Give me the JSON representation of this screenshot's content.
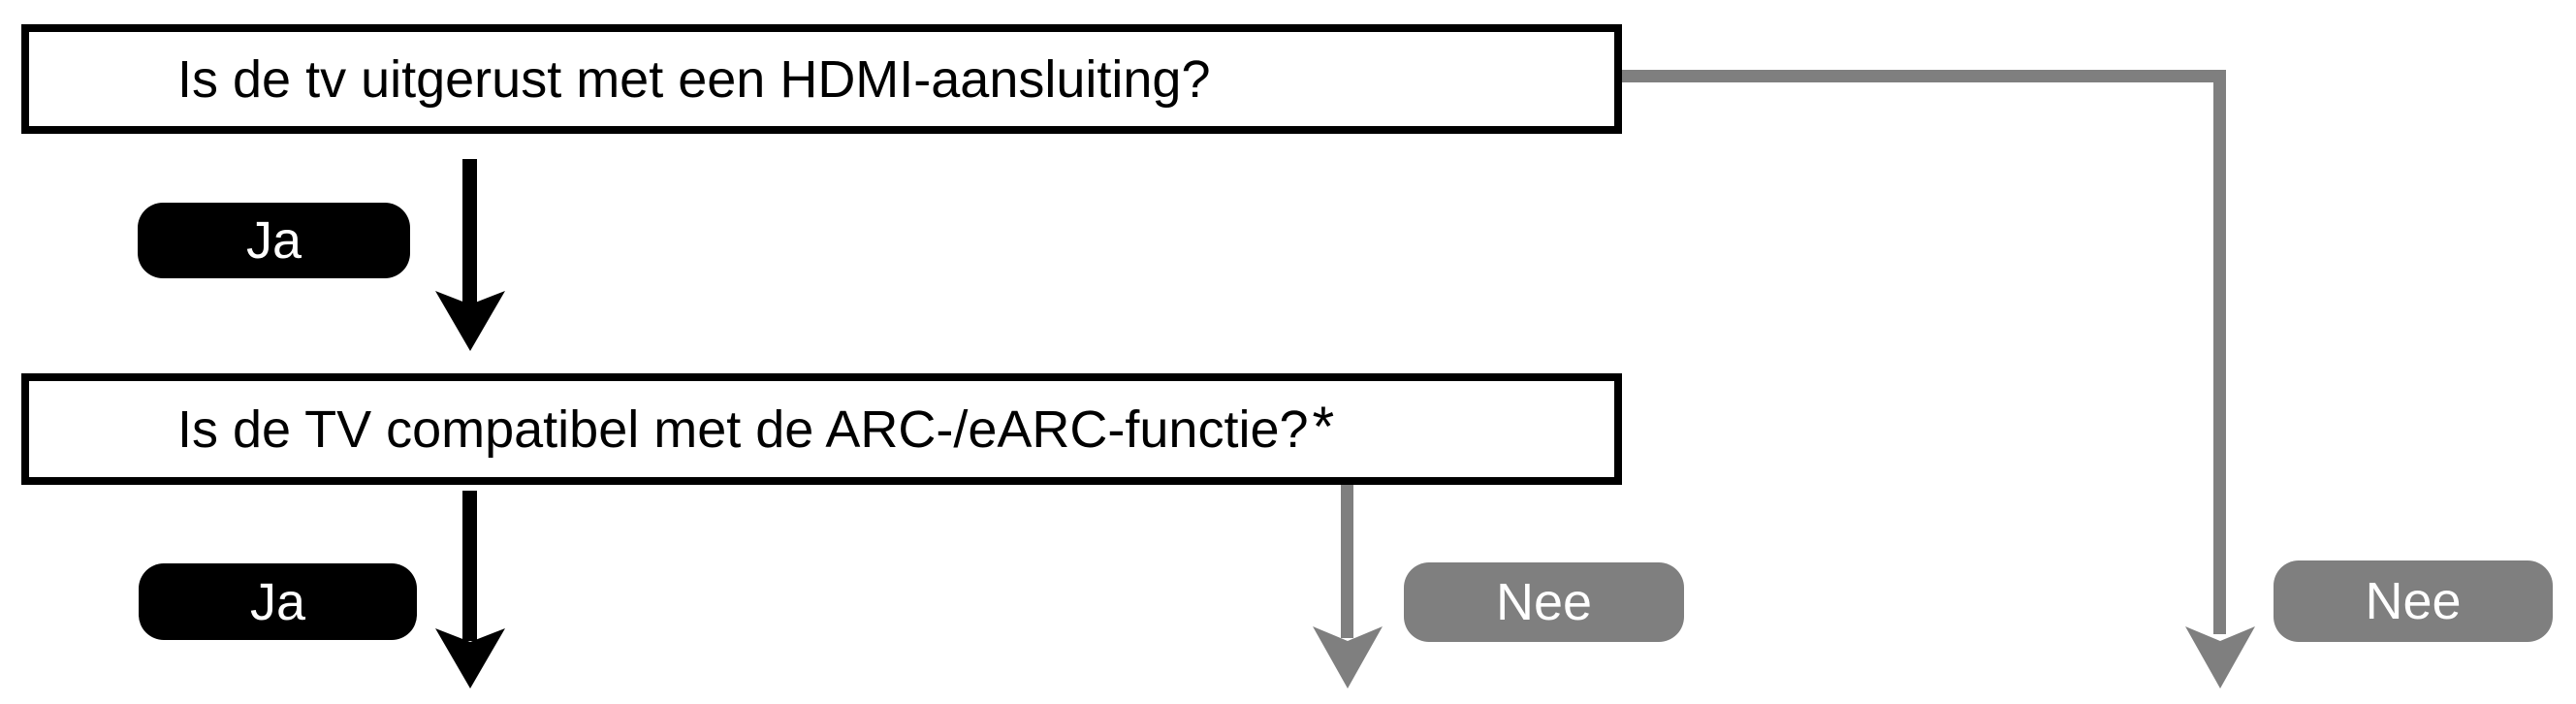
{
  "figure": {
    "type": "flowchart",
    "language": "nl"
  },
  "colors": {
    "ink": "#000000",
    "gray": "#7f7f7f",
    "badge_text": "#ffffff",
    "page_bg": "#ffffff"
  },
  "nodes": {
    "q1": {
      "label": "Is de tv uitgerust met een HDMI-aansluiting?"
    },
    "q2": {
      "label": "Is de TV compatibel met de ARC-/eARC-functie?",
      "footnote_marker": "*"
    },
    "q1_yes": {
      "label": "Ja"
    },
    "q1_no": {
      "label": "Nee"
    },
    "q2_yes": {
      "label": "Ja"
    },
    "q2_no": {
      "label": "Nee"
    }
  }
}
